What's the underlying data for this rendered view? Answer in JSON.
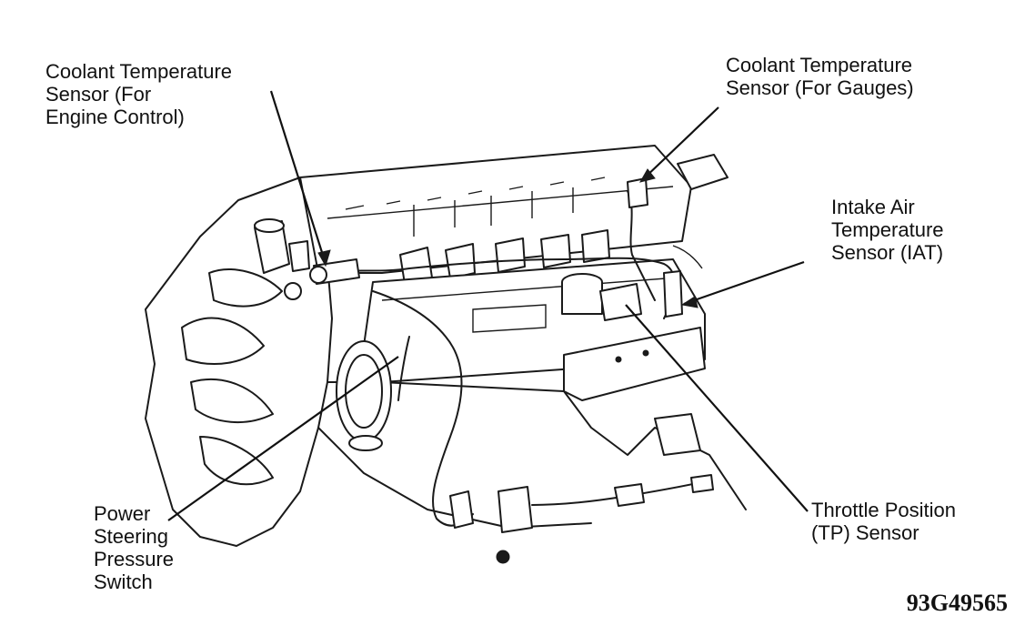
{
  "labels": {
    "coolant_engine": [
      "Coolant Temperature",
      "Sensor (For",
      "Engine Control)"
    ],
    "coolant_gauges": [
      "Coolant Temperature",
      "Sensor (For Gauges)"
    ],
    "iat": [
      "Intake Air",
      "Temperature",
      "Sensor (IAT)"
    ],
    "throttle": [
      "Throttle Position",
      "(TP) Sensor"
    ],
    "power_steering": [
      "Power",
      "Steering",
      "Pressure",
      "Switch"
    ]
  },
  "figure_code": "93G49565",
  "colors": {
    "ink": "#111111",
    "paper": "#ffffff"
  }
}
